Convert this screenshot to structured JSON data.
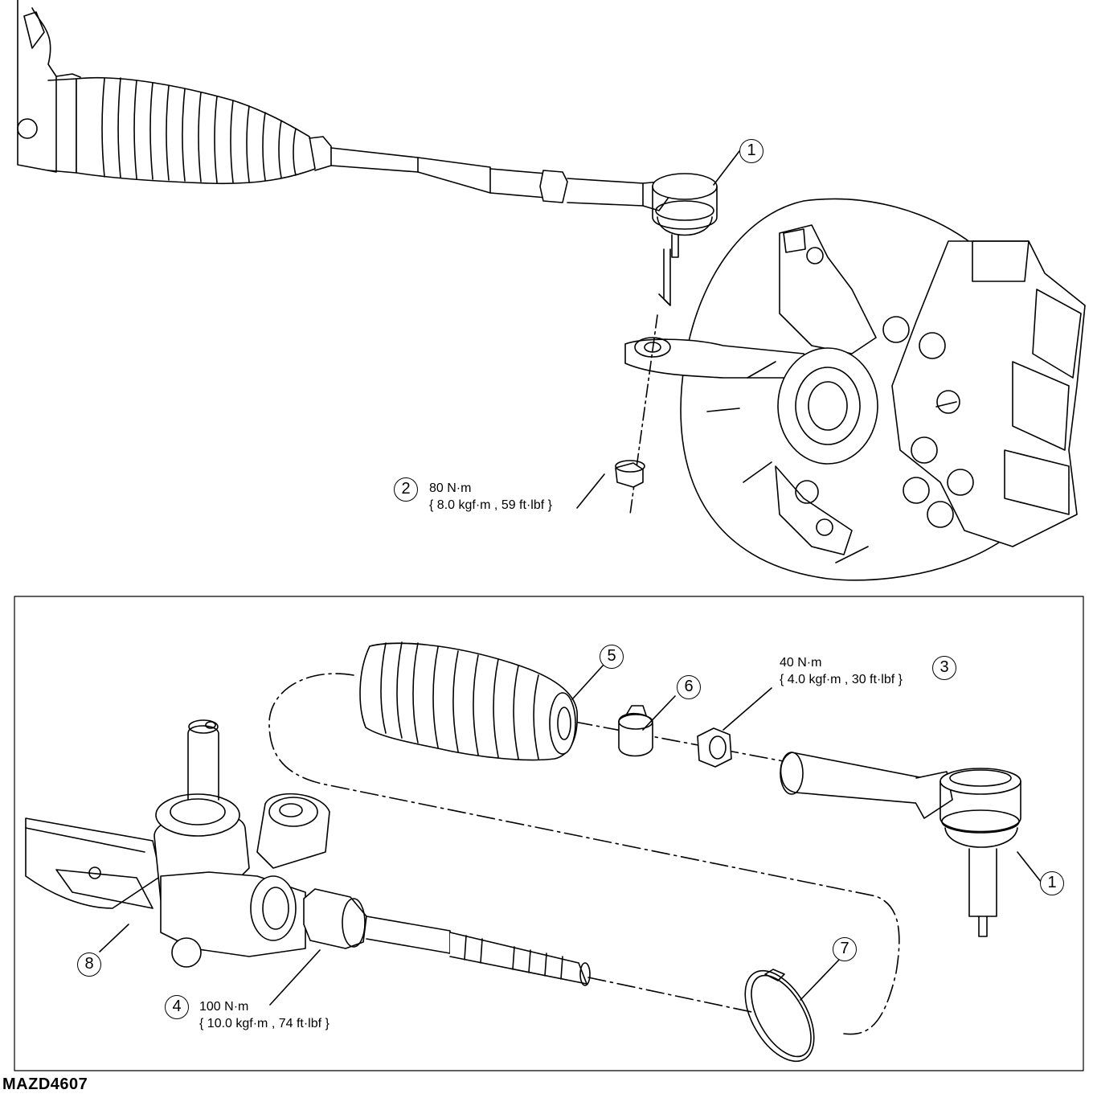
{
  "diagram_code": "MAZD4607",
  "callouts": {
    "c1_top": "1",
    "c2": "2",
    "c3": "3",
    "c4": "4",
    "c5": "5",
    "c6": "6",
    "c7": "7",
    "c8": "8",
    "c1_bottom": "1"
  },
  "torque_specs": {
    "item2": {
      "line1": "80 N·m",
      "line2": "{ 8.0 kgf·m , 59 ft·lbf }"
    },
    "item3": {
      "line1": "40 N·m",
      "line2": "{ 4.0 kgf·m , 30 ft·lbf }"
    },
    "item4": {
      "line1": "100 N·m",
      "line2": "{ 10.0 kgf·m , 74 ft·lbf }"
    }
  }
}
